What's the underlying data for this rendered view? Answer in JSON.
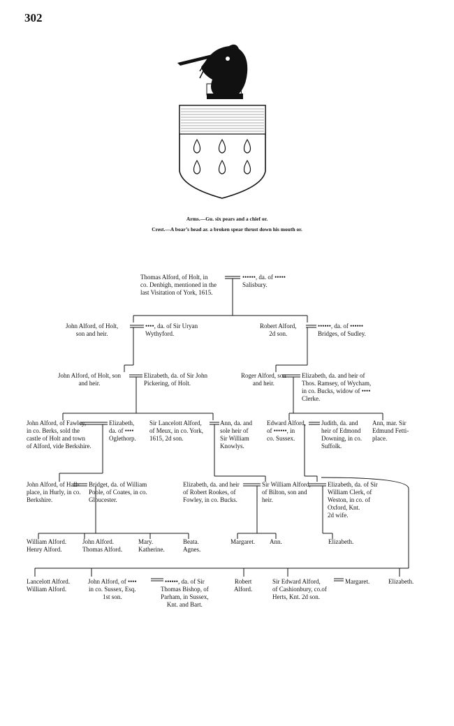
{
  "page_number": "302",
  "arms": {
    "arms_caption": "Arms.—Gu. six pears and a chief or.",
    "crest_caption": "Crest.—A boar’s head ar. a broken spear thrust down his mouth or."
  },
  "tree": {
    "g1_thomas": "Thomas Alford, of Holt, in\nco. Denbigh, mentioned in the\nlast Visitation of York, 1615.",
    "g1_wife": "••••••, da. of •••••\nSalisbury.",
    "g2_john": "John Alford, of Holt,\nson and heir.",
    "g2_john_wife": "••••, da. of Sir Uryan\nWythyford.",
    "g2_robert": "Robert Alford,\n2d son.",
    "g2_robert_wife": "••••••, da. of ••••••\nBridges, of Sudley.",
    "g3_john": "John Alford, of Holt, son\nand heir.",
    "g3_elizabeth": "Elizabeth, da. of Sir John\nPickering, of Holt.",
    "g3_roger": "Roger Alford, son\nand heir.",
    "g3_roger_wife": "Elizabeth, da. and heir of\nThos. Ramsey, of Wycham,\nin co. Bucks, widow of ••••\nClerke.",
    "g4_john_fawley": "John Alford, of Fawley,\nin co. Berks, sold the\ncastle of Holt and town\nof Alford, vide Berkshire.",
    "g4_elizabeth_oglethorp": "Elizabeth,\nda. of ••••\nOglethorp.",
    "g4_lancelot": "Sir Lancelott Alford,\nof Meux, in co. York,\n1615, 2d son.",
    "g4_ann_knowlys": "Ann, da. and\nsole heir of\nSir William\nKnowlys.",
    "g4_edward": "Edward Alford,\nof ••••••, in\nco. Sussex.",
    "g4_judith": "Judith, da. and\nheir of Edmond\nDowning, in co.\nSuffolk.",
    "g4_ann_mar": "Ann, mar. Sir\nEdmund Fetti-\nplace.",
    "g5_john_hall": "John Alford, of Hall-\nplace, in Hurly, in co.\nBerkshire.",
    "g5_bridget": "Bridget, da. of William\nPoole, of Coates, in co.\nGloucester.",
    "g5_elizabeth_rookes": "Elizabeth, da. and heir\nof Robert Rookes, of\nFowley, in co. Bucks.",
    "g5_sir_william": "Sir William Alford,\nof Bilton, son and\nheir.",
    "g5_elizabeth_clerk": "Elizabeth, da. of Sir\nWilliam Clerk, of\nWeston, in co. of\nOxford, Knt.\n2d wife.",
    "g6_c1": "William Alford.\nHenry Alford.",
    "g6_c2": "John Alford.\nThomas Alford.",
    "g6_c3": "Mary.\nKatherine.",
    "g6_c4": "Beata.\nAgnes.",
    "g6_margaret": "Margaret.",
    "g6_ann": "Ann.",
    "g6_elizabeth": "Elizabeth.",
    "g7_c1": "Lancelott Alford.\nWilliam Alford.",
    "g7_john": "John Alford, of ••••\nin co. Sussex, Esq.\n1st son.",
    "g7_john_wife": "••••••, da. of Sir\nThomas Bishop, of\nParham, in Sussex,\nKnt. and Bart.",
    "g7_robert": "Robert\nAlford.",
    "g7_edward": "Sir Edward Alford,\nof Cashionbury, co.of\nHerts, Knt. 2d son.",
    "g7_margaret": "Margaret.",
    "g7_elizabeth": "Elizabeth."
  }
}
